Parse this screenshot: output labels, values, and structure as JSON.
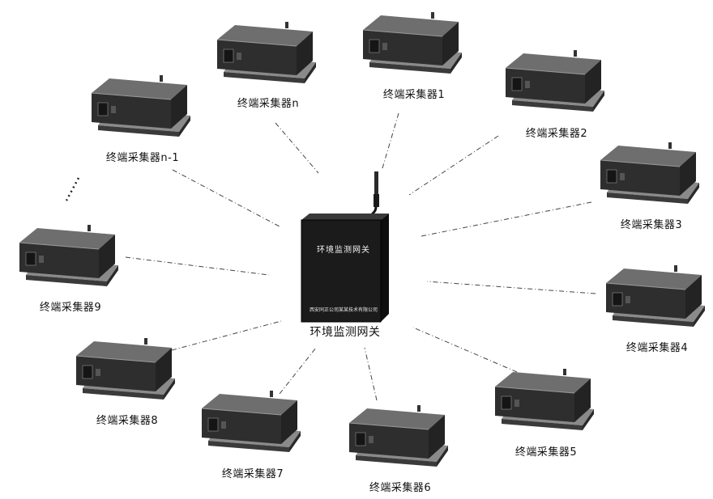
{
  "gateway": {
    "label": "环境监测网关",
    "screen_title": "环境监测网关",
    "company": "西安同正公司某某技术有限公司"
  },
  "terminals": [
    {
      "id": "n",
      "label": "终端采集器n"
    },
    {
      "id": "1",
      "label": "终端采集器1"
    },
    {
      "id": "n-1",
      "label": "终端采集器n-1"
    },
    {
      "id": "2",
      "label": "终端采集器2"
    },
    {
      "id": "3",
      "label": "终端采集器3"
    },
    {
      "id": "9",
      "label": "终端采集器9"
    },
    {
      "id": "4",
      "label": "终端采集器4"
    },
    {
      "id": "8",
      "label": "终端采集器8"
    },
    {
      "id": "7",
      "label": "终端采集器7"
    },
    {
      "id": "6",
      "label": "终端采集器6"
    },
    {
      "id": "5",
      "label": "终端采集器5"
    }
  ],
  "colors": {
    "link": "#444444",
    "device_top": "#6e6e6e",
    "device_front": "#2e2e2e",
    "gateway_body": "#1b1b1b"
  }
}
